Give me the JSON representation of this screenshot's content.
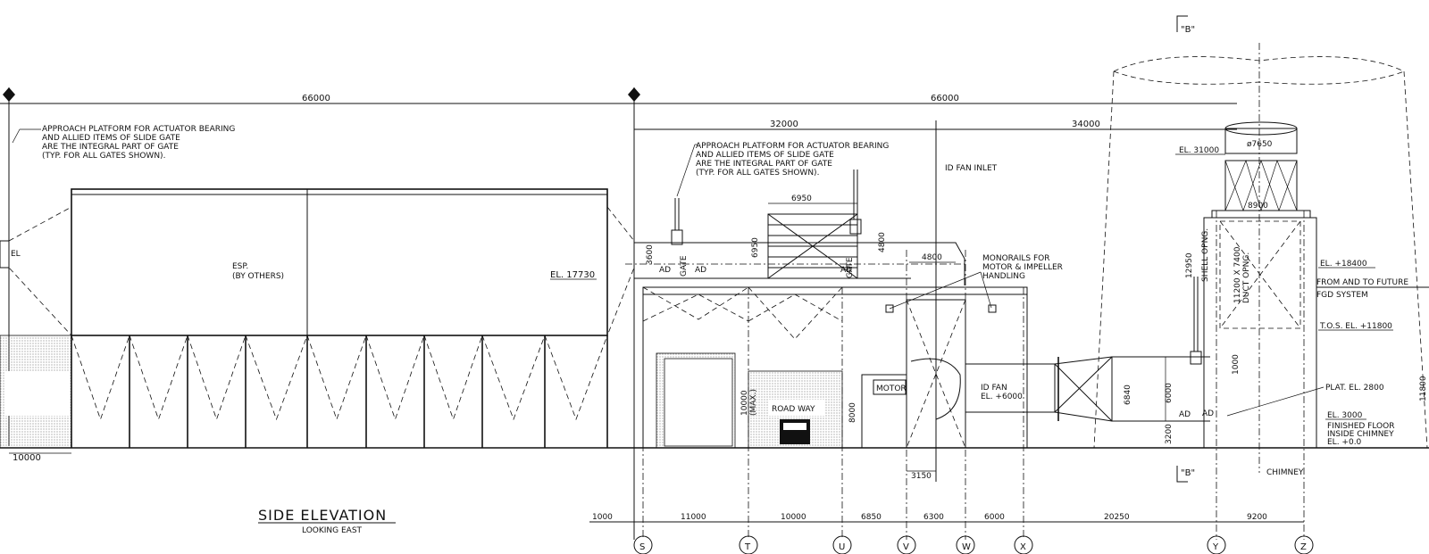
{
  "drawing": {
    "title": "SIDE ELEVATION",
    "subtitle": "LOOKING EAST"
  },
  "dimensions": {
    "top_left_span": "66000",
    "top_right_span": "66000",
    "span_32000": "32000",
    "span_34000": "34000",
    "left_bottom": "10000",
    "fan_6950_w": "6950",
    "fan_6950_h": "6950",
    "d_3600": "3600",
    "d_4800_v": "4800",
    "d_4800_h": "4800",
    "d_10000_max": "10000\n(MAX.)",
    "d_8000": "8000",
    "d_6840": "6840",
    "d_6000_v": "6000",
    "d_3200": "3200",
    "d_1000_v": "1000",
    "d_12950": "12950",
    "d_dia_7650": "ø7650",
    "d_8900": "8900",
    "d_3150": "3150",
    "bottom_1000": "1000",
    "bottom_11000": "11000",
    "bottom_10000": "10000",
    "bottom_6850": "6850",
    "bottom_6300": "6300",
    "bottom_6000": "6000",
    "bottom_20250": "20250",
    "bottom_9200": "9200"
  },
  "grid_labels": [
    "S",
    "T",
    "U",
    "V",
    "W",
    "X",
    "Y",
    "Z"
  ],
  "notes": {
    "approach_left": [
      "APPROACH PLATFORM FOR ACTUATOR BEARING",
      "AND ALLIED ITEMS OF SLIDE GATE",
      "ARE THE INTEGRAL PART OF GATE",
      "(TYP. FOR ALL GATES SHOWN)."
    ],
    "approach_right": [
      "APPROACH PLATFORM FOR ACTUATOR BEARING",
      "AND ALLIED ITEMS OF SLIDE GATE",
      "ARE THE INTEGRAL PART OF GATE",
      "(TYP. FOR ALL GATES SHOWN)."
    ],
    "esp": [
      "ESP.",
      "(BY OTHERS)"
    ],
    "id_fan_inlet": "ID FAN INLET",
    "monorails": [
      "MONORAILS FOR",
      "MOTOR & IMPELLER",
      "HANDLING"
    ],
    "motor": "MOTOR",
    "id_fan": [
      "ID FAN",
      "EL. +6000"
    ],
    "road_way": "ROAD WAY",
    "gate_1": "GATE",
    "gate_2": "GATE",
    "ad": "AD",
    "el_17730": "EL. 17730",
    "el_31000": "EL. 31000",
    "el_18400": "EL. +18400",
    "future_fgd": [
      "FROM AND TO FUTURE",
      "FGD SYSTEM"
    ],
    "tos": "T.O.S. EL. +11800",
    "plat": "PLAT. EL. 2800",
    "el_3000": "EL. 3000",
    "finished_floor": [
      "FINISHED FLOOR",
      "INSIDE CHIMNEY",
      "EL. +0.0"
    ],
    "shell_opng": "SHELL OPNG.",
    "duct_opng": [
      "11200 X 7400",
      "DUCT OPNG."
    ],
    "chimney": "CHIMNEY",
    "section_b": "\"B\"",
    "left_el": "EL",
    "right_edge": "11800"
  }
}
